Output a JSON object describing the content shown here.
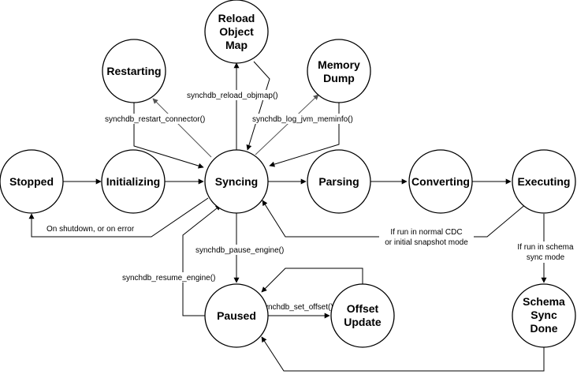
{
  "states": {
    "stopped": "Stopped",
    "initializing": "Initializing",
    "syncing": "Syncing",
    "parsing": "Parsing",
    "converting": "Converting",
    "executing": "Executing",
    "restarting": "Restarting",
    "reload": [
      "Reload",
      "Object",
      "Map"
    ],
    "memory": [
      "Memory",
      "Dump"
    ],
    "paused": "Paused",
    "offset": [
      "Offset",
      "Update"
    ],
    "schema": [
      "Schema",
      "Sync",
      "Done"
    ]
  },
  "edges": {
    "restart": "synchdb_restart_connector()",
    "reload": "synchdb_reload_objmap()",
    "meminfo": "synchdb_log_jvm_meminfo()",
    "shutdown": "On shutdown, or on error",
    "normal_cdc": [
      "If run in normal CDC",
      "or initial snapshot mode"
    ],
    "schema_mode": [
      "If run in schema",
      "sync mode"
    ],
    "pause": "synchdb_pause_engine()",
    "resume": "synchdb_resume_engine()",
    "set_offset": "synchdb_set_offset()"
  },
  "colors": {
    "stroke": "#000000",
    "secondary_stroke": "#555555",
    "background": "#ffffff"
  }
}
